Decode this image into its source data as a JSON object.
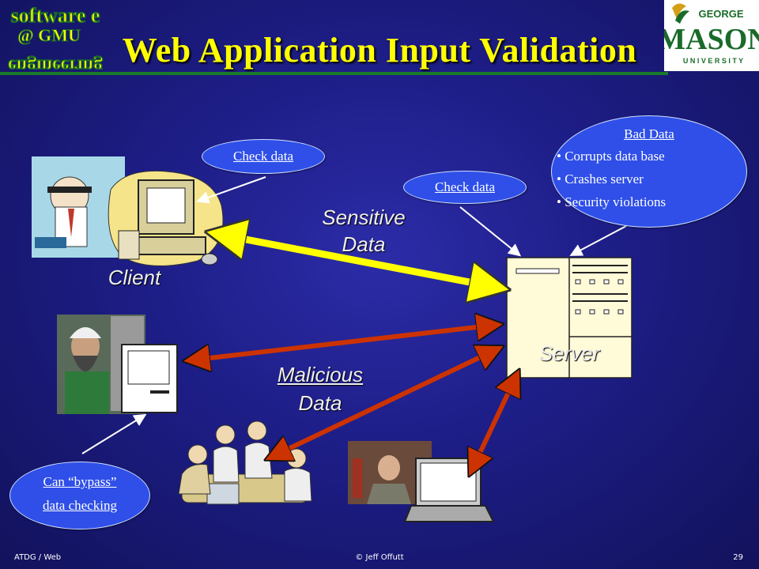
{
  "slide": {
    "title": "Web Application Input Validation",
    "footer_left": "ATDG / Web",
    "footer_center": "© Jeff Offutt",
    "footer_right": "29"
  },
  "logos": {
    "left_text_top": "software e",
    "left_text_mid": "@ GMU",
    "left_text_bottom": "engineering",
    "right_george": "GEORGE",
    "right_mason": "MASON",
    "right_university": "U N I V E R S I T Y"
  },
  "callouts": {
    "check_data_client": "Check data",
    "check_data_server": "Check data",
    "bad_data_heading": "Bad Data",
    "bad_data_items": [
      "Corrupts data base",
      "Crashes server",
      "Security violations"
    ],
    "bypass_line1": "Can “bypass”",
    "bypass_line2": "data checking"
  },
  "labels": {
    "client": "Client",
    "server": "Server",
    "sensitive_line1": "Sensitive",
    "sensitive_line2": "Data",
    "malicious_line1": "Malicious",
    "malicious_line2": "Data"
  },
  "colors": {
    "title": "#ffff00",
    "oval": "#2f4fe8",
    "sensitive_arrow": "#ffff00",
    "malicious_arrow": "#cc3300",
    "gmu_green": "#1a6b2a",
    "gmu_gold": "#d4a017"
  }
}
